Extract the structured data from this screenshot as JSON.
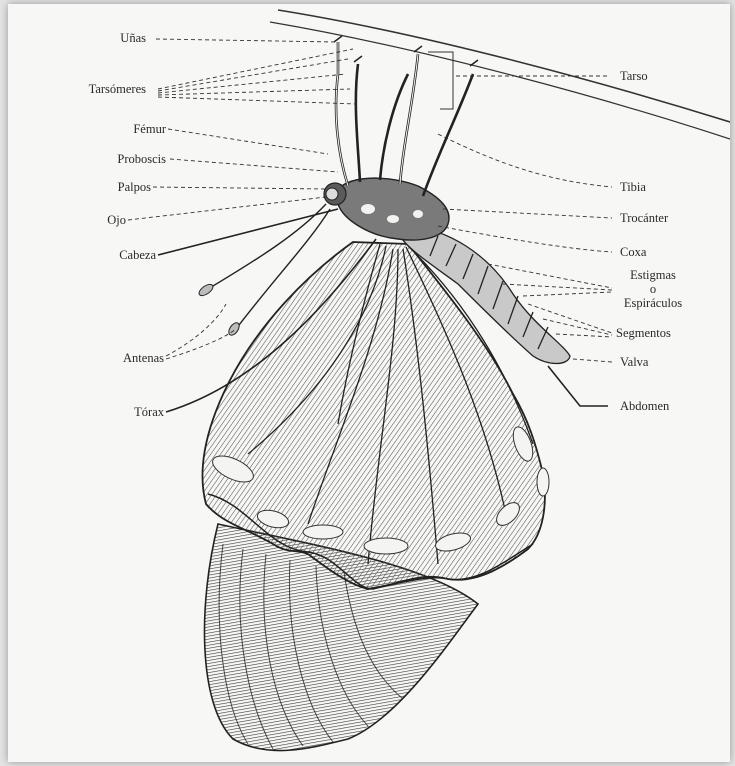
{
  "labels": {
    "unas": "Uñas",
    "tarsomeres": "Tarsómeres",
    "femur": "Fémur",
    "proboscis": "Proboscis",
    "palpos": "Palpos",
    "ojo": "Ojo",
    "cabeza": "Cabeza",
    "antenas": "Antenas",
    "torax": "Tórax",
    "tarso": "Tarso",
    "tibia": "Tibia",
    "trocanter": "Trocánter",
    "coxa": "Coxa",
    "estigmas": "Estigmas",
    "o": "o",
    "espiraculos": "Espiráculos",
    "segmentos": "Segmentos",
    "valva": "Valva",
    "abdomen": "Abdomen"
  },
  "colors": {
    "ink": "#2a2a2a",
    "paper": "#f7f7f5",
    "wing_shade": "#9a9a9a"
  }
}
